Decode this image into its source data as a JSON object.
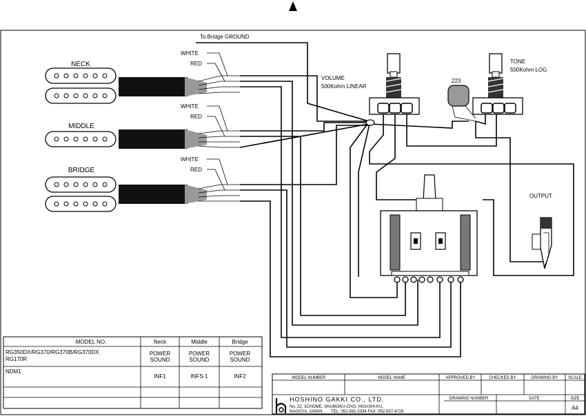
{
  "pickups": {
    "neck_label": "NECK",
    "middle_label": "MIDDLE",
    "bridge_label": "BRIDGE"
  },
  "wire_labels": {
    "white": "WHITE",
    "red": "RED",
    "bridge_ground": "To Bridge GROUND"
  },
  "volume": {
    "title": "VOLUME",
    "spec": "500Kohm LINEAR"
  },
  "tone": {
    "title": "TONE",
    "spec": "500Kohm LOG"
  },
  "capacitor": {
    "code": "223"
  },
  "output": {
    "label": "OUTPUT"
  },
  "model_table": {
    "headers": [
      "MODEL NO.",
      "Neck",
      "Middle",
      "Bridge"
    ],
    "rows": [
      {
        "model_line1": "RG350DX/RG370/RG370B/RG370DX",
        "model_line2": "RG170R",
        "neck": "POWER SOUND",
        "middle": "POWER SOUND",
        "bridge": "POWER SOUND"
      },
      {
        "model_line1": "NDM1",
        "model_line2": "",
        "neck": "INF1",
        "middle": "INFS-1",
        "bridge": "INF2"
      }
    ]
  },
  "title_block": {
    "headers": [
      "MODEL NUMBER",
      "MODEL NAME",
      "APPROVED BY",
      "CHECKED BY",
      "DRAWING BY",
      "SCALE"
    ],
    "drawing_number": "DRAWING NUMBER",
    "date": "DATE",
    "size": "SIZE",
    "size_value": "A4",
    "company": "HOSHINO GAKKI CO., LTD.",
    "address_line1": "No. 22, 3CHOME, SHUMOKU-CHO, HIGASHI-KU,",
    "address_line2": "NAGOYA, JAPAN",
    "phone": "TEL: 052-931-0334 FAX: 052-937-4729"
  }
}
